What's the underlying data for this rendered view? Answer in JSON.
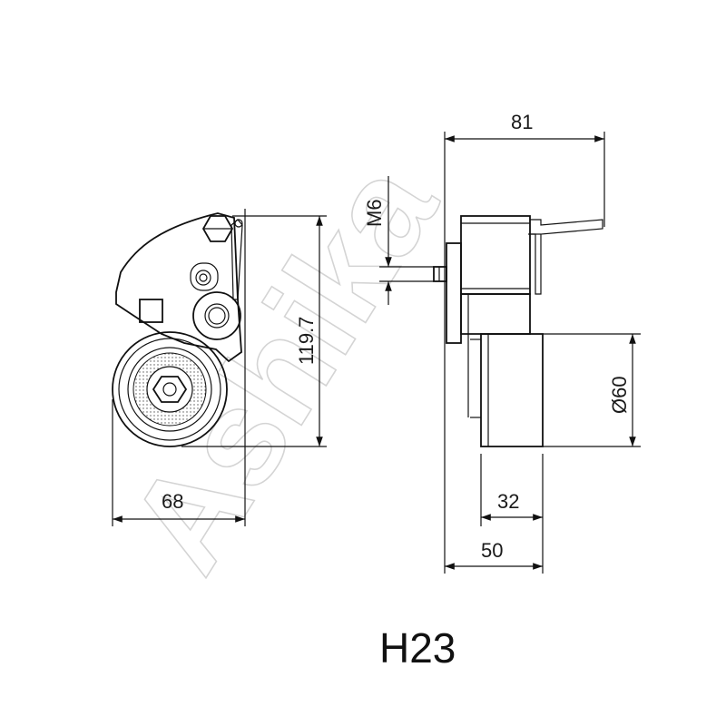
{
  "part_code": "H23",
  "watermark": "Ashika",
  "dimensions": {
    "width_front": "68",
    "height_front": "119.7",
    "total_depth": "81",
    "thread": "M6",
    "pulley_diameter": "Ø60",
    "pulley_width": "32",
    "base_depth": "50"
  },
  "colors": {
    "line": "#111111",
    "watermark": "#d4d4d4"
  }
}
